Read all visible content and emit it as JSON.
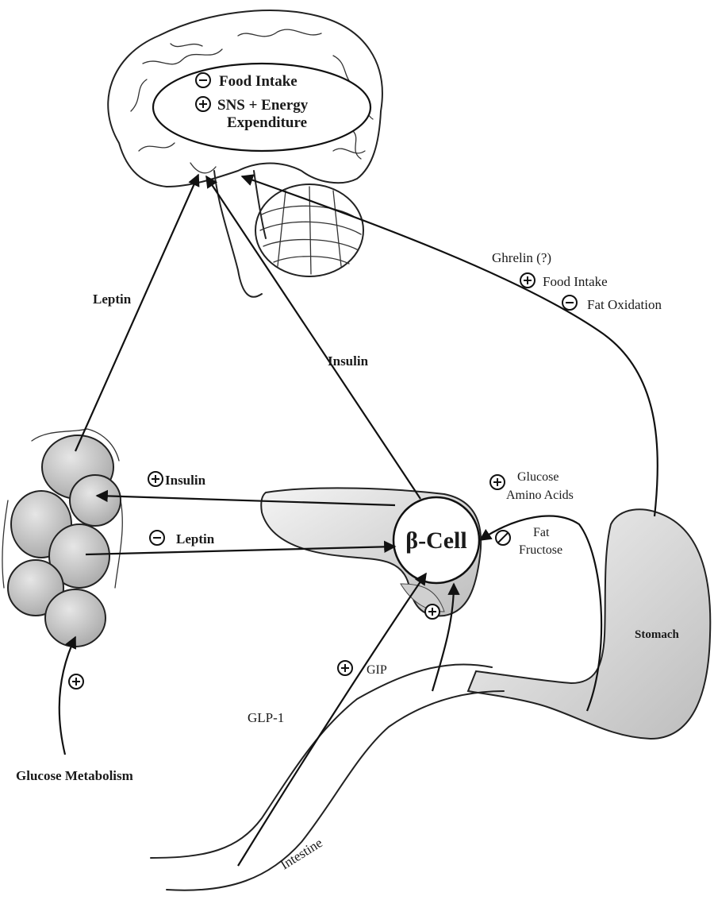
{
  "brain": {
    "food_intake": "Food Intake",
    "sns_line1": "SNS + Energy",
    "sns_line2": "Expenditure"
  },
  "signals": {
    "leptin_brain": "Leptin",
    "insulin_brain": "Insulin",
    "ghrelin": "Ghrelin (?)",
    "ghrelin_food_intake": "Food Intake",
    "ghrelin_fat_oxidation": "Fat Oxidation",
    "insulin_fat": "Insulin",
    "leptin_fat": "Leptin",
    "glucose": "Glucose",
    "amino_acids": "Amino Acids",
    "fat": "Fat",
    "fructose": "Fructose",
    "gip": "GIP",
    "glp1": "GLP-1",
    "glucose_metabolism": "Glucose Metabolism"
  },
  "organs": {
    "beta_cell": "β-Cell",
    "stomach": "Stomach",
    "intestine": "Intestine"
  },
  "colors": {
    "ink": "#111111",
    "organ_shading": "#d6d6d6",
    "fat_cell_fill": "#c9c9c9"
  }
}
